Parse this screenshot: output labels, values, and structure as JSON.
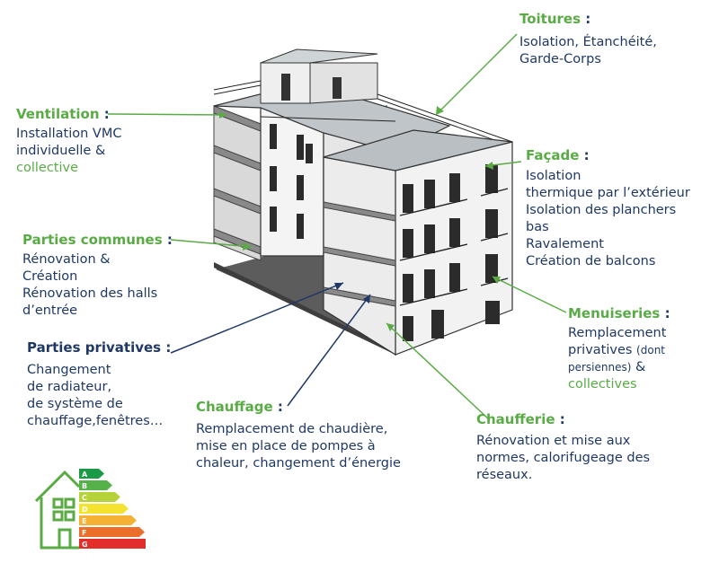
{
  "toitures": {
    "title": "Toitures",
    "lines": [
      "Isolation, Étanchéité,",
      "Garde-Corps"
    ]
  },
  "ventilation": {
    "title": "Ventilation",
    "lines": [
      "Installation VMC",
      "individuelle &",
      "collective"
    ]
  },
  "facade": {
    "title": "Façade",
    "lines": [
      "Isolation",
      "thermique par l’extérieur",
      "Isolation des planchers",
      "bas",
      "Ravalement",
      "Création de balcons"
    ]
  },
  "parties_communes": {
    "title": "Parties communes",
    "lines": [
      "Rénovation &",
      "Création",
      "Rénovation des halls",
      "d’entrée"
    ]
  },
  "menuiseries": {
    "title": "Menuiseries",
    "line1": "Remplacement",
    "line2a": "privatives",
    "line2b": "(dont",
    "line3a": "persiennes)",
    "line3b": "&",
    "line4": "collectives"
  },
  "parties_privatives": {
    "title": "Parties privatives",
    "lines": [
      "Changement",
      "de radiateur,",
      "de système de",
      "chauffage,fenêtres…"
    ]
  },
  "chauffage": {
    "title": "Chauffage",
    "lines": [
      "Remplacement de chaudière,",
      "mise en place de pompes à",
      "chaleur, changement d’énergie"
    ]
  },
  "chaufferie": {
    "title": "Chaufferie",
    "lines": [
      "Rénovation et mise aux",
      "normes, calorifugeage des",
      "réseaux."
    ]
  },
  "energy_label": {
    "classes": [
      "A",
      "B",
      "C",
      "D",
      "E",
      "F",
      "G"
    ],
    "colors": [
      "#1a9a47",
      "#55b14a",
      "#b6d23a",
      "#f3e32f",
      "#f4b133",
      "#ec6e2b",
      "#e32d2b"
    ]
  },
  "colors": {
    "accent_green": "#5aab46",
    "text_blue": "#1f3864"
  },
  "colon": ":"
}
